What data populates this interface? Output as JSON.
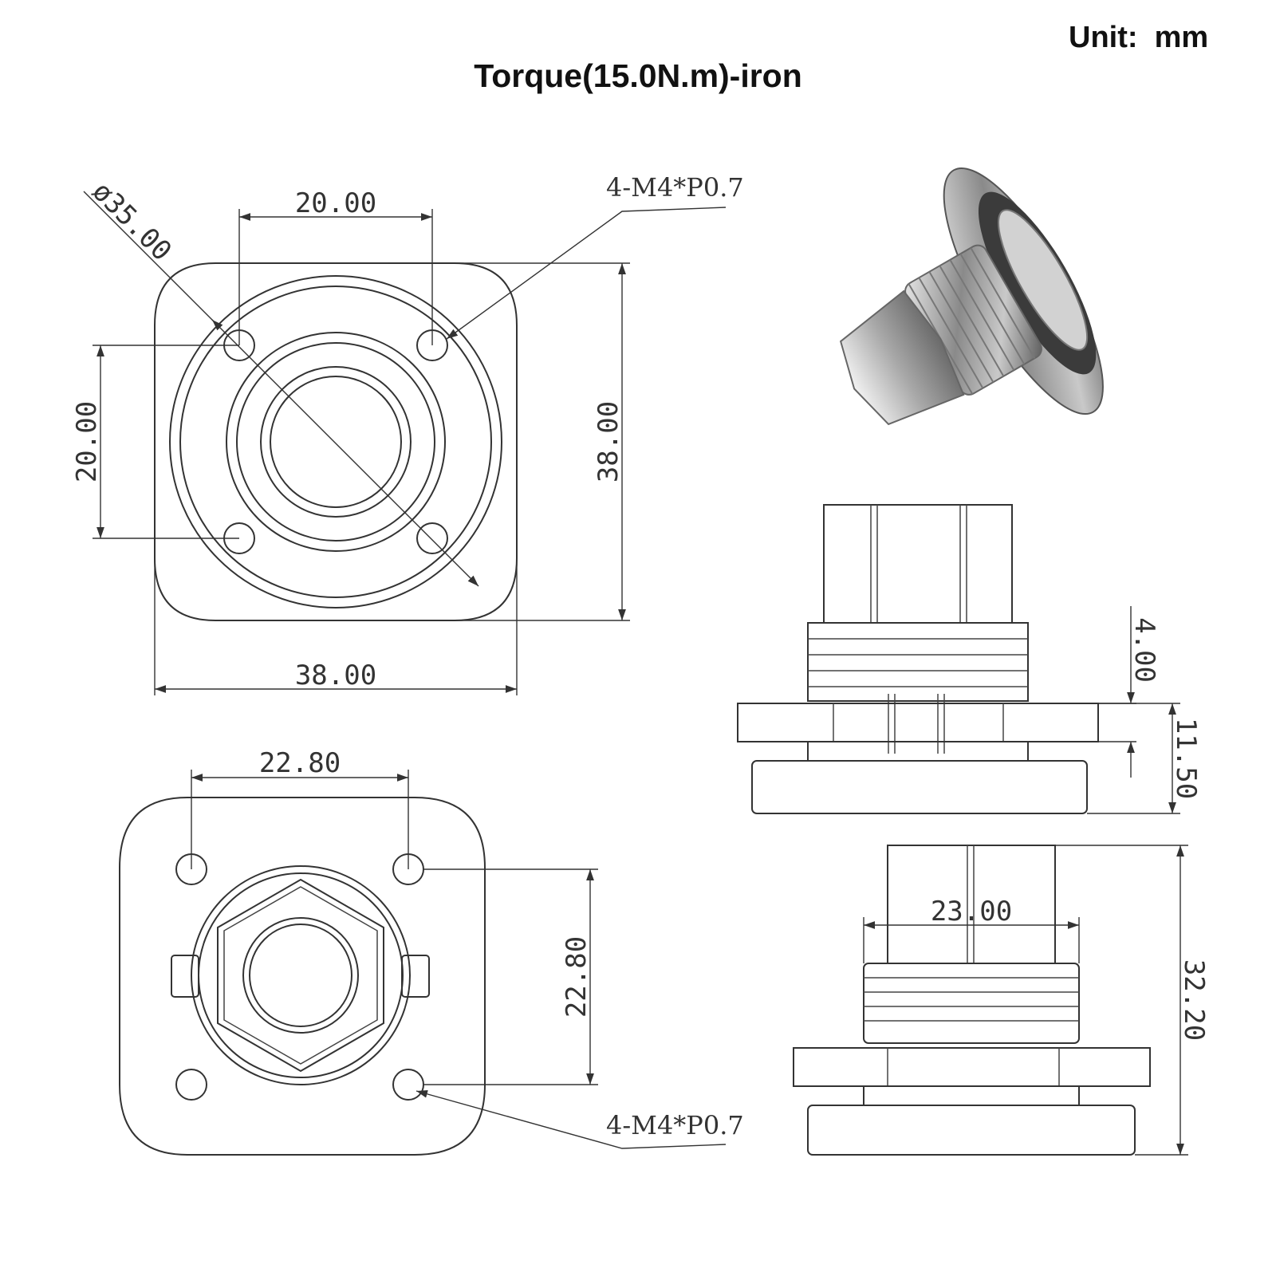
{
  "unit_label": "Unit:  mm",
  "title": "Torque(15.0N.m)-iron",
  "front_view": {
    "diameter_label": "ø35.00",
    "hole_spacing_h": "20.00",
    "hole_spacing_v": "20.00",
    "overall_height": "38.00",
    "overall_width": "38.00",
    "thread_callout": "4-M4*P0.7"
  },
  "rear_view": {
    "hole_spacing_h": "22.80",
    "hole_spacing_v": "22.80",
    "thread_callout": "4-M4*P0.7"
  },
  "side_view_upper": {
    "flange_thickness": "4.00",
    "base_height": "11.50"
  },
  "side_view_lower": {
    "thread_diameter": "23.00",
    "overall_length": "32.20"
  }
}
